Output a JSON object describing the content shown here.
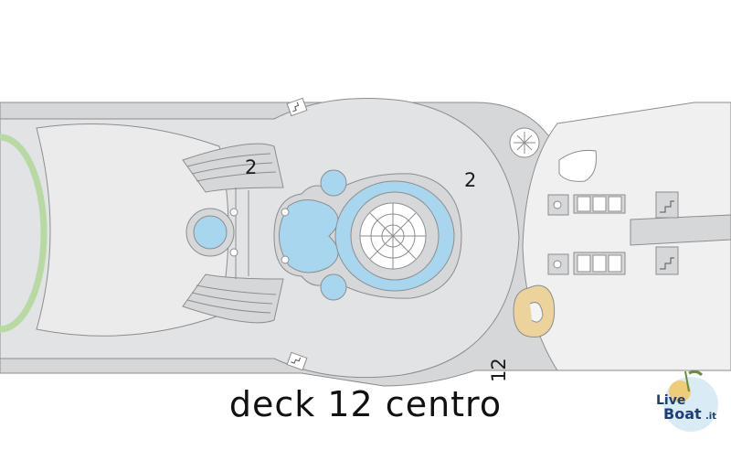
{
  "deck_labels": {
    "theater_deck": "2",
    "pool_deck": "2",
    "stair_deck": "12"
  },
  "caption": "deck 12 centro",
  "logo": {
    "line1": "Live",
    "line2": "Boat",
    "suffix": ".it"
  },
  "icons": [
    "elevator-icon",
    "stairs-icon",
    "restroom-icon",
    "fan-icon"
  ],
  "colors": {
    "deck": "#d6d7d8",
    "deck_light": "#ebebec",
    "pool": "#a9d6ef",
    "green_track": "#b8d9a3",
    "beige_area": "#ecd29b",
    "outline": "#8c8d8f"
  }
}
